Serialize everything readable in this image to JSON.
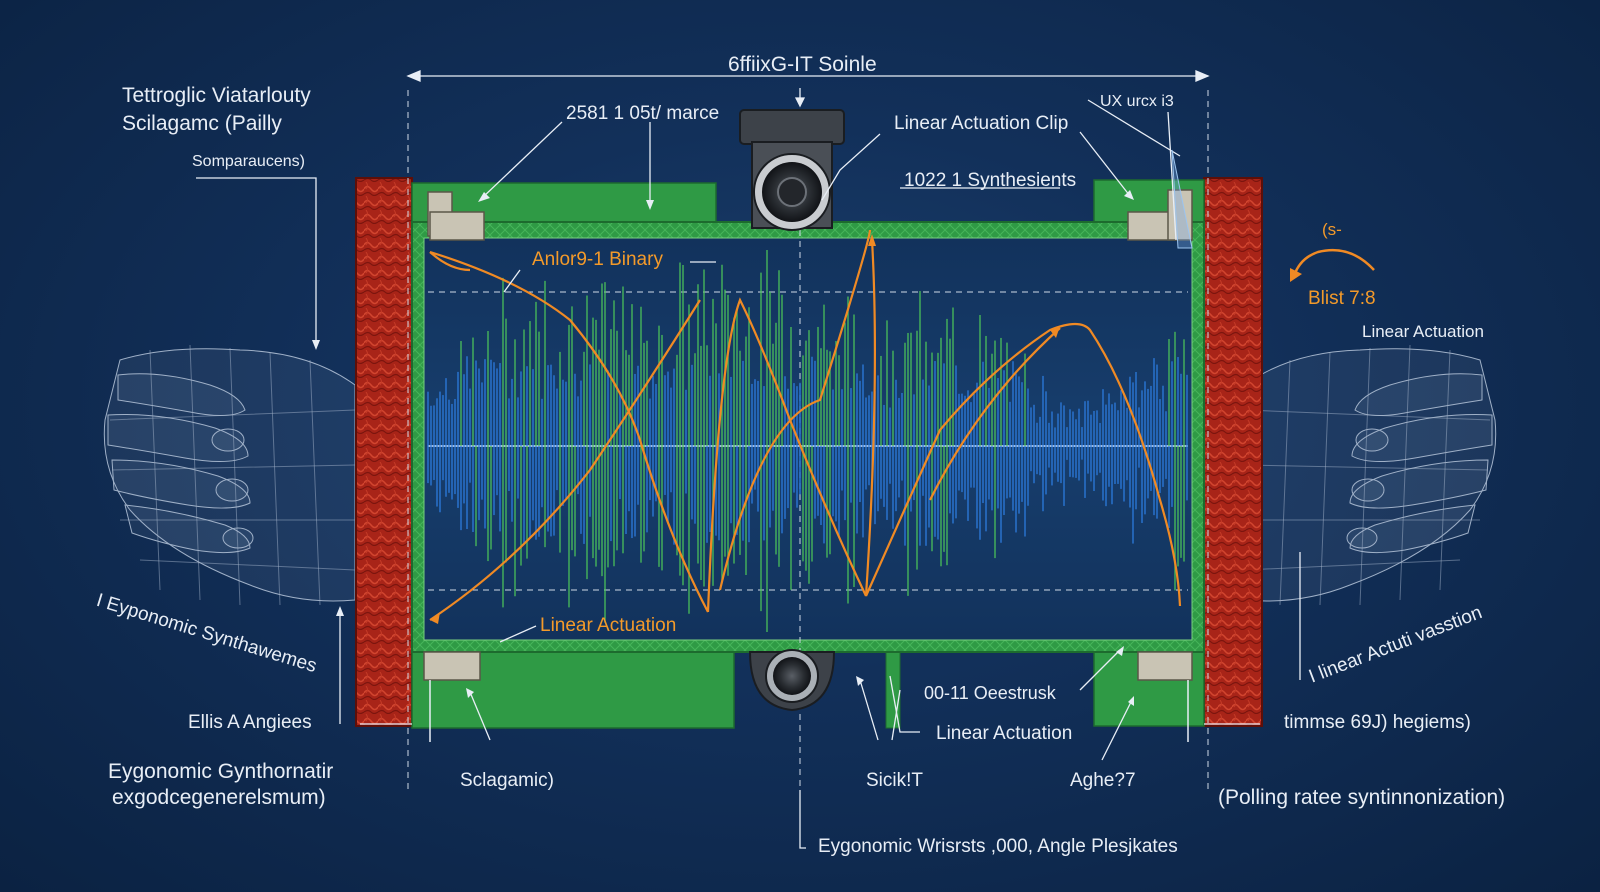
{
  "labels": {
    "top_dimension": "6ffiixG-IT Soinle",
    "title_line1": "Tettroglic Viatarlouty",
    "title_line2": "Scilagamc (Pailly",
    "somparaucens": "Somparaucens)",
    "top_left_callout": "2581 1 05t/ marce",
    "linear_actuation_clip": "Linear Actuation Clip",
    "top_right_ux": "UX urcx i3",
    "synthesients": "1022 1 Synthesients",
    "anlog_binary": "Anlor9-1 Binary",
    "s_tag": "(s-",
    "blist": "Blist 7:8",
    "linear_actuation_right": "Linear Actuation",
    "ergonomic_synth_rotated": "I Eyponomic Synthawemes",
    "linear_actuation_bottom": "Linear Actuation",
    "ellis_angles": "Ellis A Angiees",
    "ergonomic_gynth_1": "Eygonomic Gynthornatir",
    "ergonomic_gynth_2": "exgodcegenerelsmum)",
    "sclagamic": "Sclagamic)",
    "sicikt": "Sicik!T",
    "aghe": "Aghe?7",
    "obstrusk": "00-11 Oeestrusk",
    "linear_actuation_lower": "Linear Actuation",
    "linear_actuatuasion_rotated": "I linear Actuti vasstion",
    "timmse": "timmse 69J) hegiems)",
    "polling": "(Polling ratee syntinnonization)",
    "bottom_ergonomic": "Eygonomic Wrisrsts ,000, Angle Plesjkates"
  },
  "colors": {
    "background": "#12305a",
    "frame_red": "#b02a1e",
    "board_green": "#2f9e47",
    "wave_blue": "#2d7de0",
    "wave_green": "#4cc35a",
    "curve_orange": "#f08a24",
    "line_white": "#e8eef6"
  },
  "icons": [
    "left-hand-wireframe-icon",
    "right-hand-wireframe-icon",
    "top-roller-icon",
    "bottom-roller-icon"
  ]
}
